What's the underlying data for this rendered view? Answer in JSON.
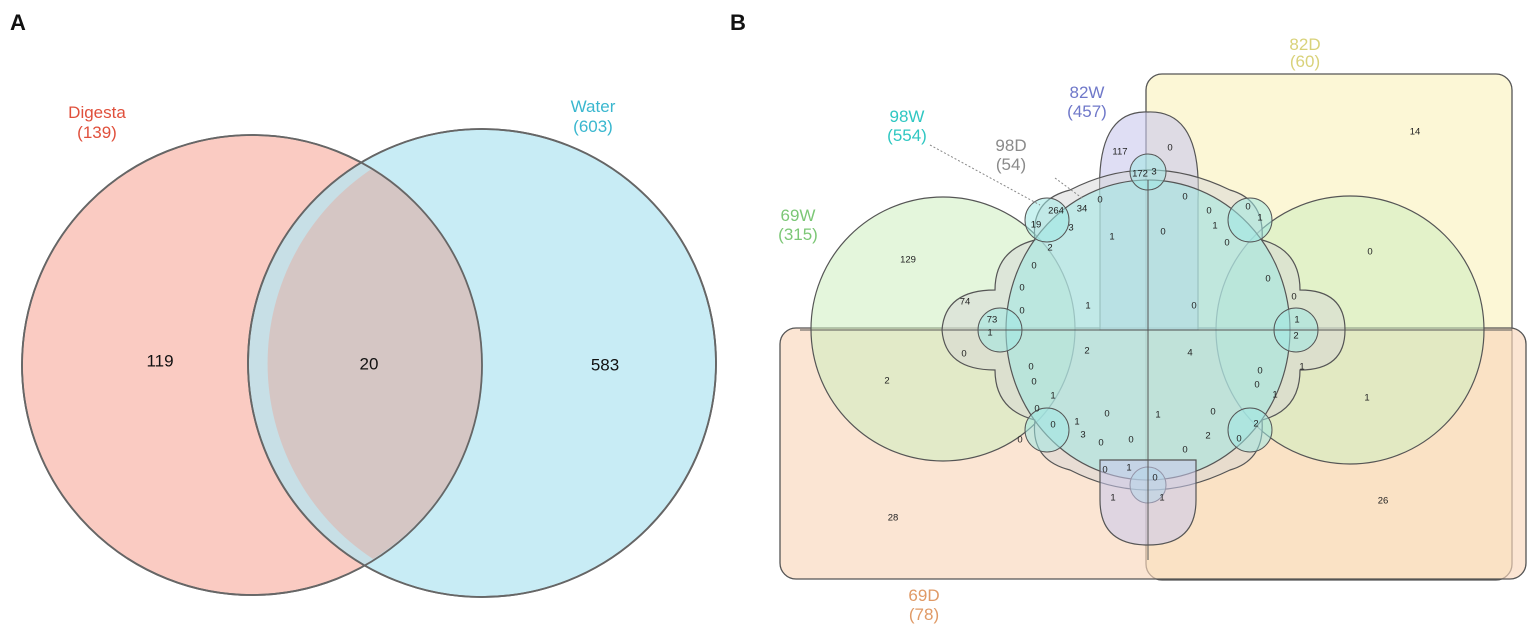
{
  "panel_a": {
    "letter": "A",
    "sets": [
      {
        "name": "Digesta",
        "total": "(139)",
        "color": "#e0503c",
        "fill": "#f8b9ae"
      },
      {
        "name": "Water",
        "total": "(603)",
        "color": "#3ab7cf",
        "fill": "#b5e5f2"
      }
    ],
    "regions": {
      "digesta_only": "119",
      "shared": "20",
      "water_only": "583"
    }
  },
  "panel_b": {
    "letter": "B",
    "sets": [
      {
        "name": "82D",
        "total": "(60)",
        "color": "#d9d27a",
        "fill": "#fbf3c4"
      },
      {
        "name": "82W",
        "total": "(457)",
        "color": "#6f78c9",
        "fill": "#c9c8ec"
      },
      {
        "name": "98W",
        "total": "(554)",
        "color": "#2fc7c2",
        "fill": "#9fe8e4"
      },
      {
        "name": "98D",
        "total": "(54)",
        "color": "#9a9a9a",
        "fill": "#d6d6d6"
      },
      {
        "name": "69W",
        "total": "(315)",
        "color": "#8fd68a",
        "fill": "#cdeebf"
      },
      {
        "name": "69D",
        "total": "(78)",
        "color": "#e09a66",
        "fill": "#f9d7bc"
      }
    ],
    "counts": [
      "14",
      "0",
      "1",
      "26",
      "0",
      "1",
      "117",
      "172",
      "3",
      "0",
      "264",
      "34",
      "19",
      "3",
      "0",
      "1",
      "0",
      "1",
      "0",
      "1",
      "0",
      "0",
      "0",
      "129",
      "2",
      "0",
      "74",
      "73",
      "1",
      "0",
      "1",
      "0",
      "1",
      "0",
      "2",
      "0",
      "2",
      "4",
      "0",
      "0",
      "0",
      "0",
      "1",
      "0",
      "1",
      "0",
      "3",
      "0",
      "0",
      "1",
      "1",
      "0",
      "1",
      "2",
      "0",
      "0",
      "2",
      "0",
      "1",
      "1",
      "0",
      "28",
      "2",
      "0",
      "0",
      "0"
    ]
  }
}
